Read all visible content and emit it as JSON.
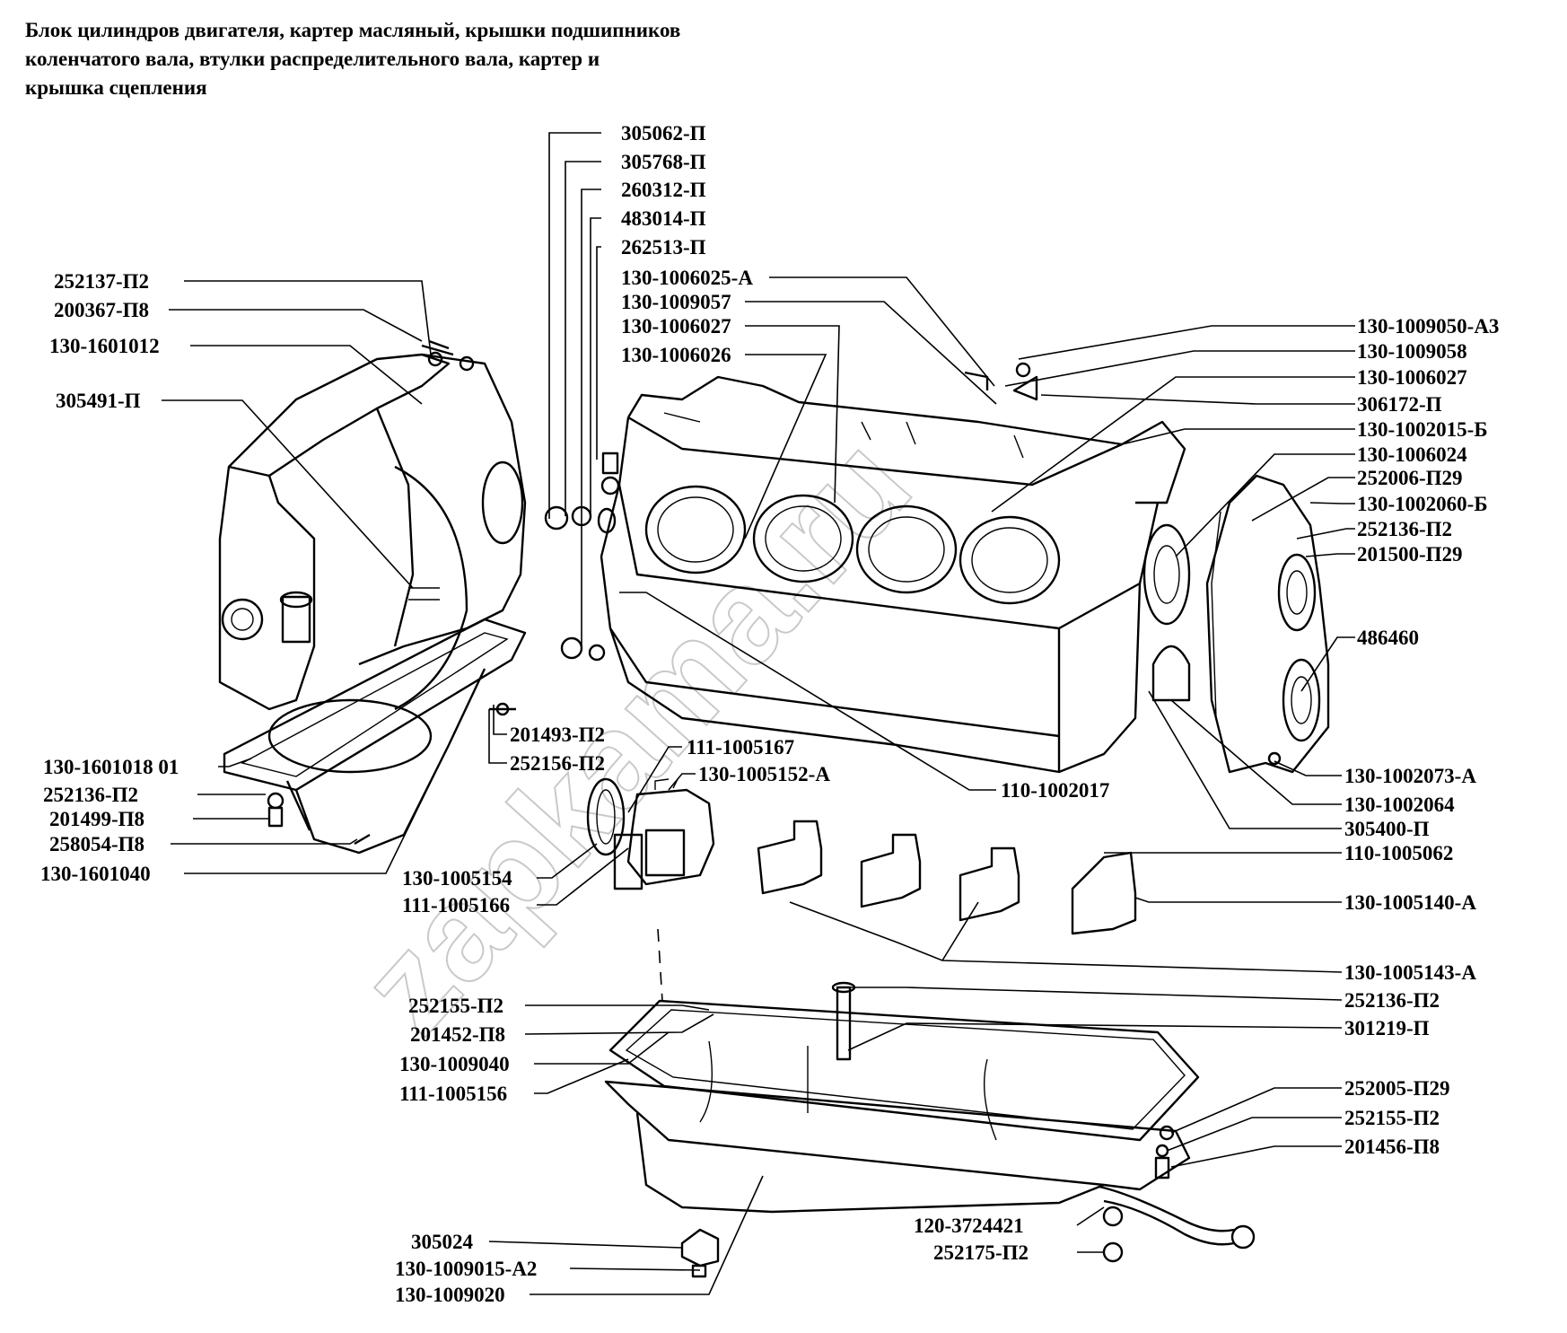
{
  "title": {
    "line1": "Блок цилиндров двигателя, картер масляный, крышки подшипников",
    "line2": "коленчатого вала, втулки распределительного вала, картер и",
    "line3": "крышка сцепления"
  },
  "watermark": "zapkama.ru",
  "labels": {
    "l305062": "305062-П",
    "l305768": "305768-П",
    "l260312": "260312-П",
    "l483014": "483014-П",
    "l262513": "262513-П",
    "l1006025": "130-1006025-А",
    "l1009057": "130-1009057",
    "l1006027a": "130-1006027",
    "l1006026": "130-1006026",
    "l252137": "252137-П2",
    "l200367": "200367-П8",
    "l1601012": "130-1601012",
    "l305491": "305491-П",
    "l1009050": "130-1009050-А3",
    "l1009058": "130-1009058",
    "l1006027b": "130-1006027",
    "l306172": "306172-П",
    "l1002015": "130-1002015-Б",
    "l1006024": "130-1006024",
    "l252006": "252006-П29",
    "l1002060": "130-1002060-Б",
    "l252136a": "252136-П2",
    "l201500": "201500-П29",
    "l486460": "486460",
    "l1002073": "130-1002073-А",
    "l1002064": "130-1002064",
    "l305400": "305400-П",
    "l1005062": "110-1005062",
    "l1005140": "130-1005140-А",
    "l1005143": "130-1005143-А",
    "l252136b": "252136-П2",
    "l301219": "301219-П",
    "l252005": "252005-П29",
    "l252155b": "252155-П2",
    "l201456": "201456-П8",
    "l3724421": "120-3724421",
    "l252175": "252175-П2",
    "l1601018": "130-1601018 01",
    "l252136c": "252136-П2",
    "l201499": "201499-П8",
    "l258054": "258054-П8",
    "l1601040": "130-1601040",
    "l201493": "201493-П2",
    "l252156": "252156-П2",
    "l1005167": "111-1005167",
    "l1005152": "130-1005152-А",
    "l1002017": "110-1002017",
    "l1005154": "130-1005154",
    "l1005166": "111-1005166",
    "l252155a": "252155-П2",
    "l201452": "201452-П8",
    "l1009040": "130-1009040",
    "l1005156": "111-1005156",
    "l305024": "305024",
    "l1009015": "130-1009015-А2",
    "l1009020": "130-1009020"
  }
}
